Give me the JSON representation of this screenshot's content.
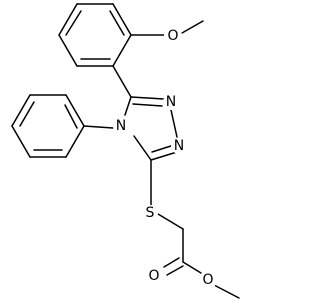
{
  "molecule": {
    "atoms": {
      "methoxy_oxygen": "O",
      "triazole_n1": "N",
      "triazole_n2": "N",
      "triazole_n4": "N",
      "thioether_sulfur": "S",
      "carbonyl_oxygen": "O",
      "ester_oxygen": "O"
    }
  },
  "colors": {
    "bond": "#000000",
    "text": "#000000",
    "background": "#ffffff"
  }
}
